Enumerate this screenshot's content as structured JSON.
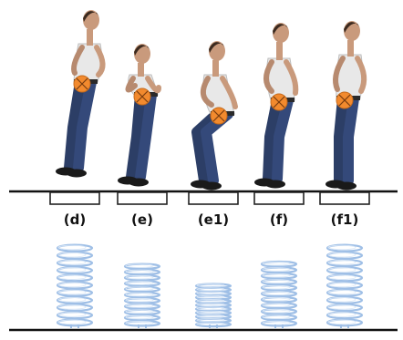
{
  "phases": [
    {
      "label": "(d)",
      "compression": 0.0
    },
    {
      "label": "(e)",
      "compression": 0.32
    },
    {
      "label": "(e1)",
      "compression": 0.66
    },
    {
      "label": "(f)",
      "compression": 0.28
    },
    {
      "label": "(f1)",
      "compression": 0.0
    }
  ],
  "colors": {
    "marker": "#f28a2e",
    "spring": "#9fbfe6",
    "ground": "#111111",
    "shirt": "#e8e8e8",
    "jeans": "#2c3e66",
    "skin": "#c99a7c",
    "hair": "#3b2a1f",
    "shoe": "#1a1a1a"
  },
  "icons": [
    "person-figure",
    "center-of-mass-marker",
    "spring-icon",
    "force-plate-icon"
  ]
}
